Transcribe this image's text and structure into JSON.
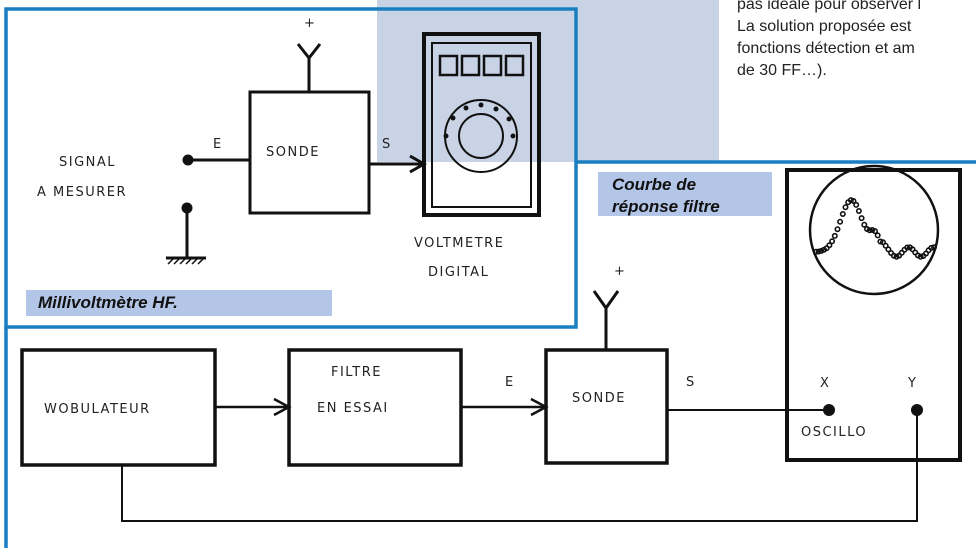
{
  "side_text": {
    "lines": [
      "pas idéale pour observer l",
      "La solution proposée est",
      "fonctions détection et am",
      "de 30 FF…)."
    ]
  },
  "captions": {
    "millivoltmetre": "Millivoltmètre HF.",
    "courbe_line1": "Courbe de",
    "courbe_line2": "réponse filtre"
  },
  "diagram1": {
    "signal_label_1": "SIGNAL",
    "signal_label_2": "A MESURER",
    "input_label": "E",
    "output_label": "S",
    "plus_label": "+",
    "probe_label": "SONDE",
    "voltmeter_label_1": "VOLTMETRE",
    "voltmeter_label_2": "DIGITAL"
  },
  "diagram2": {
    "wobulateur_label": "WOBULATEUR",
    "filter_label_1": "FILTRE",
    "filter_label_2": "EN ESSAI",
    "input_label": "E",
    "output_label": "S",
    "plus_label": "+",
    "probe_label": "SONDE",
    "x_label": "X",
    "y_label": "Y",
    "scope_label": "OSCILLO"
  },
  "colors": {
    "frame_blue": "#1a7fc1",
    "caption_bg": "#b4c6e7",
    "ink": "#111111"
  }
}
